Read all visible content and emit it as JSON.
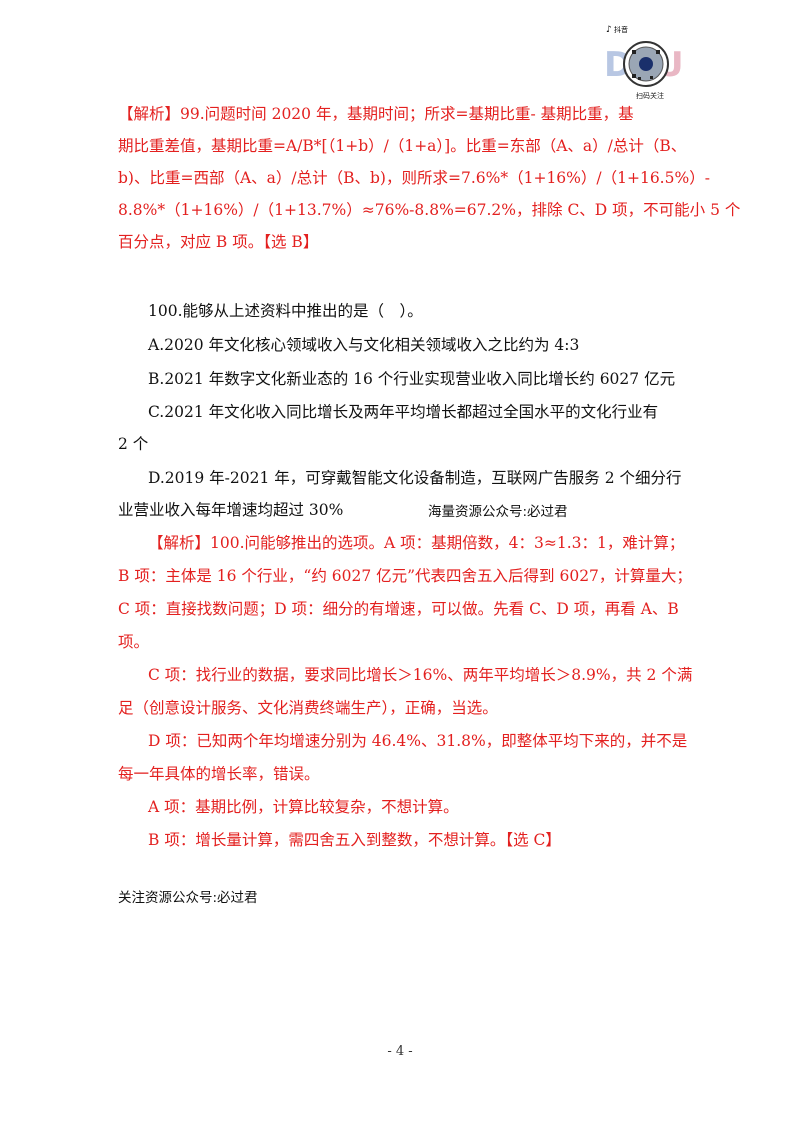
{
  "logo": {
    "brand_text": "DOU",
    "app_name": "抖音",
    "caption": "扫码关注"
  },
  "q99_analysis": {
    "lines": [
      "【解析】99.问题时间 2020 年，基期时间；所求=基期比重- 基期比重，基",
      "期比重差值，基期比重=A/B*[（1+b）/（1+a）]。比重=东部（A、a）/总计（B、",
      "b)、比重=西部（A、a）/总计（B、b)，则所求=7.6%*（1+16%）/（1+16.5%）-",
      "8.8%*（1+16%）/（1+13.7%）≈76%-8.8%=67.2%，排除 C、D 项，不可能小 5 个",
      "百分点，对应 B 项。【选 B】"
    ]
  },
  "q100": {
    "stem": "100.能够从上述资料中推出的是（　）。",
    "option_a": "A.2020 年文化核心领域收入与文化相关领域收入之比约为 4:3",
    "option_b": "B.2021 年数字文化新业态的 16 个行业实现营业收入同比增长约 6027 亿元",
    "option_c_1": "C.2021 年文化收入同比增长及两年平均增长都超过全国水平的文化行业有",
    "option_c_2": "2 个",
    "option_d_1": "D.2019 年-2021 年，可穿戴智能文化设备制造，互联网广告服务 2 个细分行",
    "option_d_2": "业营业收入每年增速均超过 30%"
  },
  "watermark_mid": "海量资源公众号:必过君",
  "q100_analysis": {
    "p1": [
      "【解析】100.问能够推出的选项。A 项：基期倍数，4：3≈1.3：1，难计算；",
      "B 项：主体是 16 个行业，“约 6027 亿元”代表四舍五入后得到 6027，计算量大；",
      "C 项：直接找数问题；D 项：细分的有增速，可以做。先看 C、D 项，再看 A、B",
      "项。"
    ],
    "p2": [
      "C 项：找行业的数据，要求同比增长＞16%、两年平均增长＞8.9%，共 2 个满",
      "足（创意设计服务、文化消费终端生产），正确，当选。"
    ],
    "p3": [
      "D 项：已知两个年均增速分别为 46.4%、31.8%，即整体平均下来的，并不是",
      "每一年具体的增长率，错误。"
    ],
    "p4": "A 项：基期比例，计算比较复杂，不想计算。",
    "p5": "B 项：增长量计算，需四舍五入到整数，不想计算。【选 C】"
  },
  "watermark_bottom": "关注资源公众号:必过君",
  "page_number": "- 4 -"
}
